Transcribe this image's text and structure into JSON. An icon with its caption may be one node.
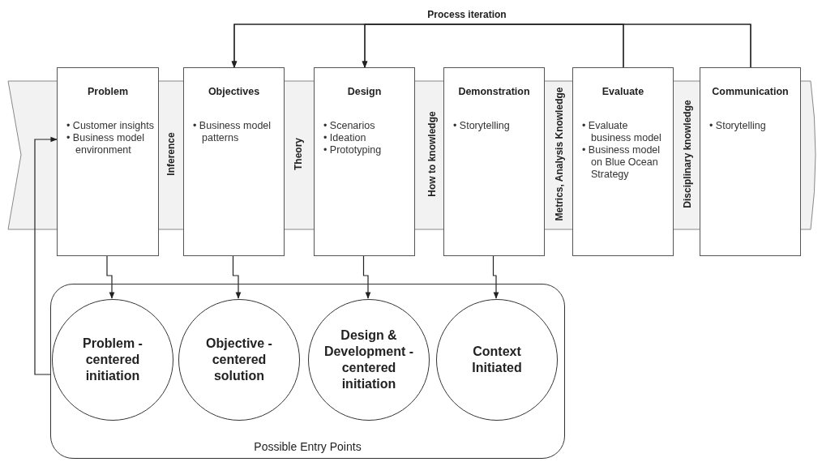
{
  "diagram": {
    "title": "Process iteration",
    "nodes": [
      {
        "text": [
          "Problem",
          "• Customer insights",
          "• Business model environment"
        ]
      },
      {
        "text": [
          "Objectives",
          "• Business model patterns"
        ]
      },
      {
        "text": [
          "Design",
          "• Scenarios",
          "• Ideation",
          "• Prototyping"
        ]
      },
      {
        "text": [
          "Demonstration",
          "• Storytelling"
        ]
      },
      {
        "text": [
          "Evaluate",
          "• Evaluate business model",
          "• Business model on Blue Ocean Strategy"
        ]
      },
      {
        "text": [
          "Communication",
          "• Storytelling"
        ]
      },
      {
        "text": [
          "Possible Entry Points"
        ]
      },
      {
        "text": [
          "Problem - centered initiation"
        ],
        "in": 6
      },
      {
        "text": [
          "Objective - centered solution"
        ],
        "in": 6
      },
      {
        "text": [
          "Design & Development - centered initiation"
        ],
        "in": 6
      },
      {
        "text": [
          "Context Initiated"
        ],
        "in": 6
      }
    ],
    "edges": [
      {
        "from": 0,
        "to": 7,
        "arrow": "to"
      },
      {
        "from": 1,
        "to": 8,
        "arrow": "to"
      },
      {
        "from": 2,
        "to": 9,
        "arrow": "to"
      },
      {
        "from": 3,
        "to": 10,
        "arrow": "to"
      },
      {
        "from": 4,
        "to": 1,
        "arrow": "to"
      },
      {
        "from": 4,
        "to": 2,
        "arrow": "to"
      },
      {
        "from": 5,
        "to": 1,
        "arrow": "to"
      },
      {
        "from": 5,
        "to": 2,
        "arrow": "to"
      },
      {
        "from": 6,
        "to": 0,
        "arrow": "to"
      }
    ],
    "labels": [
      "Inference",
      "Theory",
      "How to knowledge",
      "Metrics, Analysis Knowledge",
      "Disciplinary knowledge"
    ]
  }
}
